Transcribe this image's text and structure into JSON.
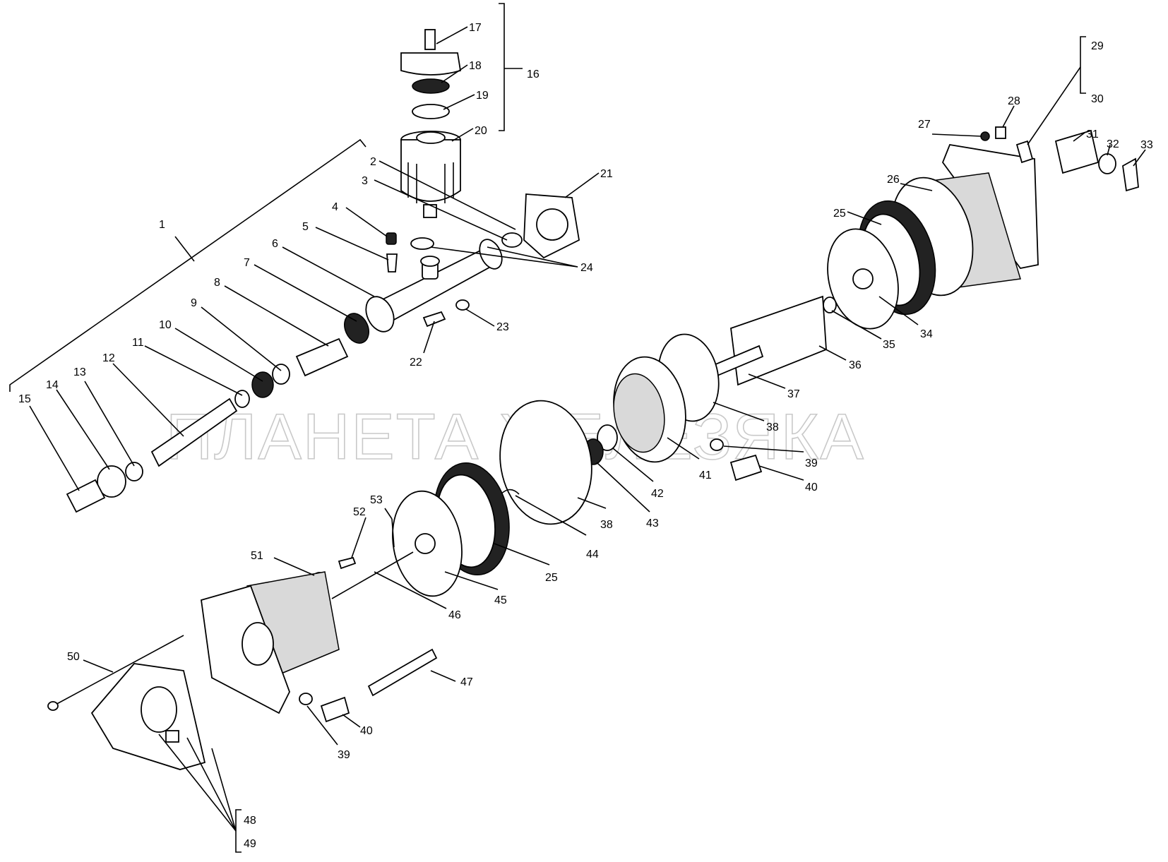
{
  "watermark": "ПЛАНЕТА ЖЕЛЕЗЯКА",
  "callouts": [
    "1",
    "2",
    "3",
    "4",
    "5",
    "6",
    "7",
    "8",
    "9",
    "10",
    "11",
    "12",
    "13",
    "14",
    "15",
    "16",
    "17",
    "18",
    "19",
    "20",
    "21",
    "22",
    "23",
    "24",
    "25",
    "26",
    "27",
    "28",
    "29",
    "30",
    "31",
    "32",
    "33",
    "34",
    "35",
    "36",
    "37",
    "38",
    "39",
    "40",
    "41",
    "42",
    "43",
    "44",
    "45",
    "46",
    "47",
    "48",
    "49",
    "50",
    "51",
    "52",
    "53"
  ],
  "callout_extra": {
    "25b": "25",
    "38b": "38",
    "39b": "39",
    "40b": "40"
  }
}
